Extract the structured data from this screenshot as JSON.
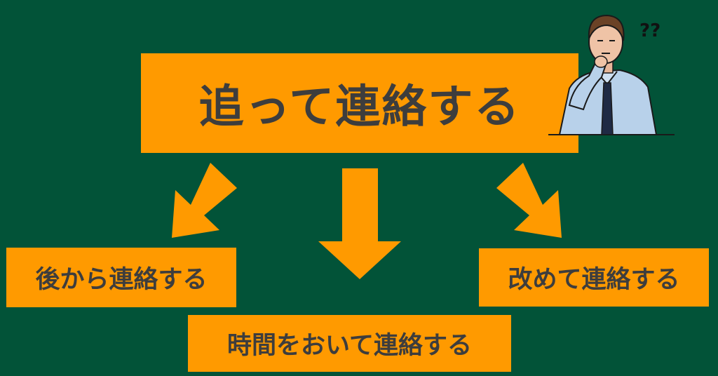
{
  "diagram": {
    "main": {
      "label": "追って連絡する"
    },
    "options": [
      {
        "label": "後から連絡する"
      },
      {
        "label": "時間をおいて連絡する"
      },
      {
        "label": "改めて連絡する"
      }
    ],
    "character": {
      "thought": "??"
    }
  },
  "colors": {
    "background": "#025338",
    "box": "#FF9A00",
    "text": "#3d3d3d"
  }
}
